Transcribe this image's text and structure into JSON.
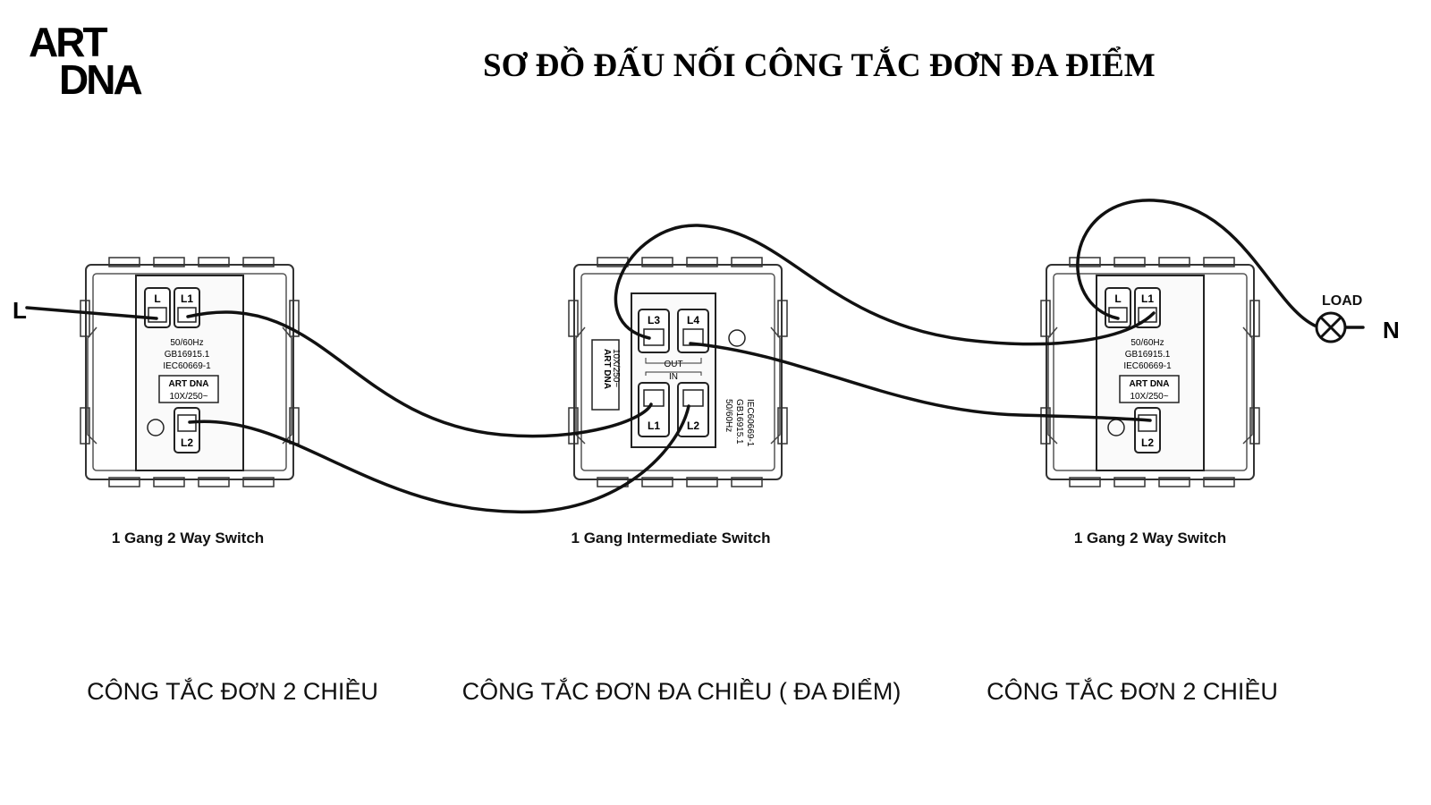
{
  "logo": {
    "line1": "ART",
    "line2": "DNA"
  },
  "title": "SƠ ĐỒ ĐẤU NỐI CÔNG TẮC ĐƠN ĐA ĐIỂM",
  "wire_ends": {
    "live": "L",
    "neutral": "N",
    "load": "LOAD"
  },
  "switches": [
    {
      "name": "1 Gang 2 Way Switch",
      "caption": "CÔNG TẮC ĐƠN 2 CHIỀU",
      "terminals": [
        "L",
        "L1",
        "L2"
      ],
      "specs": [
        "50/60Hz",
        "GB16915.1",
        "IEC60669-1"
      ],
      "rating": "10X/250~",
      "badge": "ART DNA"
    },
    {
      "name": "1 Gang Intermediate Switch",
      "caption": "CÔNG TẮC ĐƠN ĐA CHIỀU ( ĐA ĐIỂM)",
      "terminals": [
        "L3",
        "L4",
        "L1",
        "L2"
      ],
      "groups": [
        "OUT",
        "IN"
      ],
      "specs": [
        "50/60Hz",
        "GB16915.1",
        "IEC60669-1"
      ],
      "rating": "10X/250~",
      "badge": "ART DNA"
    },
    {
      "name": "1 Gang 2 Way Switch",
      "caption": "CÔNG TẮC ĐƠN 2 CHIỀU",
      "terminals": [
        "L",
        "L1",
        "L2"
      ],
      "specs": [
        "50/60Hz",
        "GB16915.1",
        "IEC60669-1"
      ],
      "rating": "10X/250~",
      "badge": "ART DNA"
    }
  ],
  "colors": {
    "wire": "#111111",
    "outline": "#333333",
    "background": "#ffffff"
  }
}
